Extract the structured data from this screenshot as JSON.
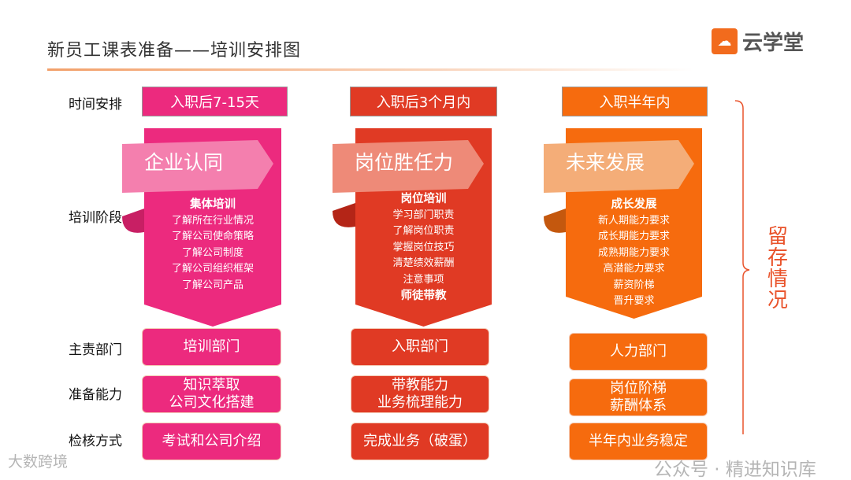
{
  "title": "新员工课表准备——培训安排图",
  "logo": {
    "text": "云学堂",
    "icon": "book-cloud-icon"
  },
  "row_labels": [
    "时间安排",
    "培训阶段",
    "主责部门",
    "准备能力",
    "检核方式"
  ],
  "colors": {
    "pink": "#ec2a7e",
    "red": "#e03a24",
    "orange": "#f66b0e",
    "accent": "#e9532b"
  },
  "columns": [
    {
      "time": "入职后7-15天",
      "stage": "企业认同",
      "items": [
        "集体培训",
        "了解所在行业情况",
        "了解公司使命策略",
        "了解公司制度",
        "了解公司组织框架",
        "了解公司产品"
      ],
      "bold_items": [
        "集体培训"
      ],
      "dept": "培训部门",
      "ability": [
        "知识萃取",
        "公司文化搭建"
      ],
      "check": "考试和公司介绍"
    },
    {
      "time": "入职后3个月内",
      "stage": "岗位胜任力",
      "items": [
        "岗位培训",
        "学习部门职责",
        "了解岗位职责",
        "掌握岗位技巧",
        "清楚绩效薪酬",
        "注意事项",
        "师徒带教"
      ],
      "bold_items": [
        "岗位培训",
        "师徒带教"
      ],
      "dept": "入职部门",
      "ability": [
        "带教能力",
        "业务梳理能力"
      ],
      "check": "完成业务（破蛋）"
    },
    {
      "time": "入职半年内",
      "stage": "未来发展",
      "items": [
        "成长发展",
        "新人期能力要求",
        "成长期能力要求",
        "成熟期能力要求",
        "高潜能力要求",
        "薪资阶梯",
        "晋升要求"
      ],
      "bold_items": [
        "成长发展"
      ],
      "dept": "人力部门",
      "ability": [
        "岗位阶梯",
        "薪酬体系"
      ],
      "check": "半年内业务稳定"
    }
  ],
  "retention": "留存情况",
  "watermarks": {
    "left": "大数跨境",
    "right": "公众号 · 精进知识库"
  }
}
